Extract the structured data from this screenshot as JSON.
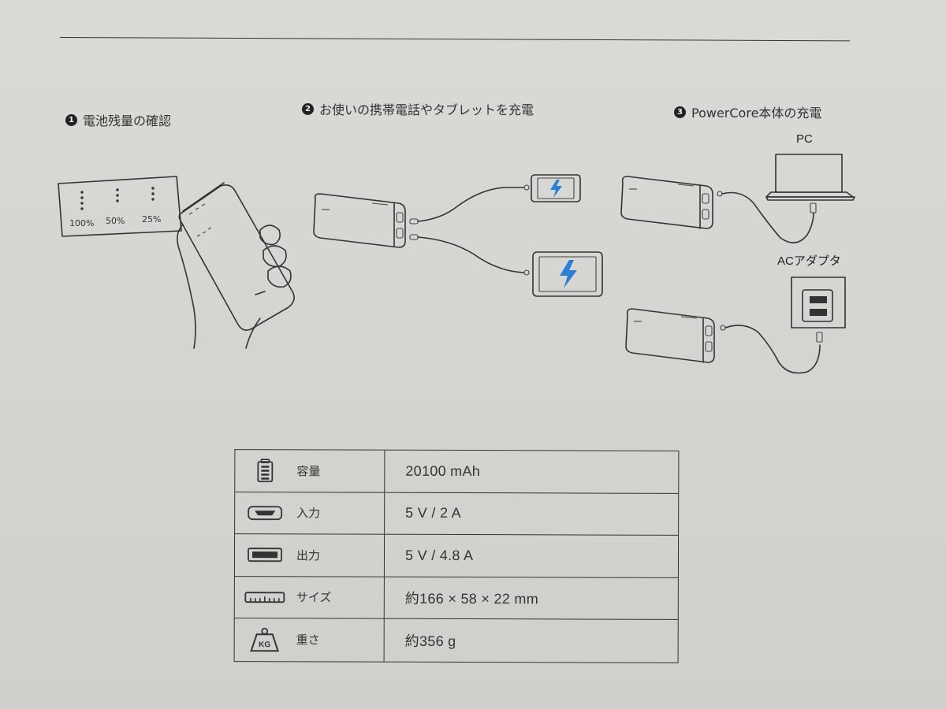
{
  "steps": [
    {
      "num": "1",
      "title": "電池残量の確認"
    },
    {
      "num": "2",
      "title": "お使いの携帯電話やタブレットを充電"
    },
    {
      "num": "3",
      "title": "PowerCore本体の充電"
    }
  ],
  "battery_levels": [
    "100%",
    "50%",
    "25%"
  ],
  "labels": {
    "pc": "PC",
    "ac_adapter": "ACアダプタ"
  },
  "specs": [
    {
      "icon": "battery-icon",
      "label": "容量",
      "value": "20100 mAh"
    },
    {
      "icon": "micro-usb-icon",
      "label": "入力",
      "value": "5 V / 2 A"
    },
    {
      "icon": "usb-a-icon",
      "label": "出力",
      "value": "5 V / 4.8 A"
    },
    {
      "icon": "ruler-icon",
      "label": "サイズ",
      "value": "約166 × 58 × 22 mm"
    },
    {
      "icon": "weight-kg-icon",
      "label": "重さ",
      "value": "約356 g"
    }
  ],
  "colors": {
    "page": "#d6d6d3",
    "ink": "#333333",
    "lightning": "#2b7fd6"
  }
}
